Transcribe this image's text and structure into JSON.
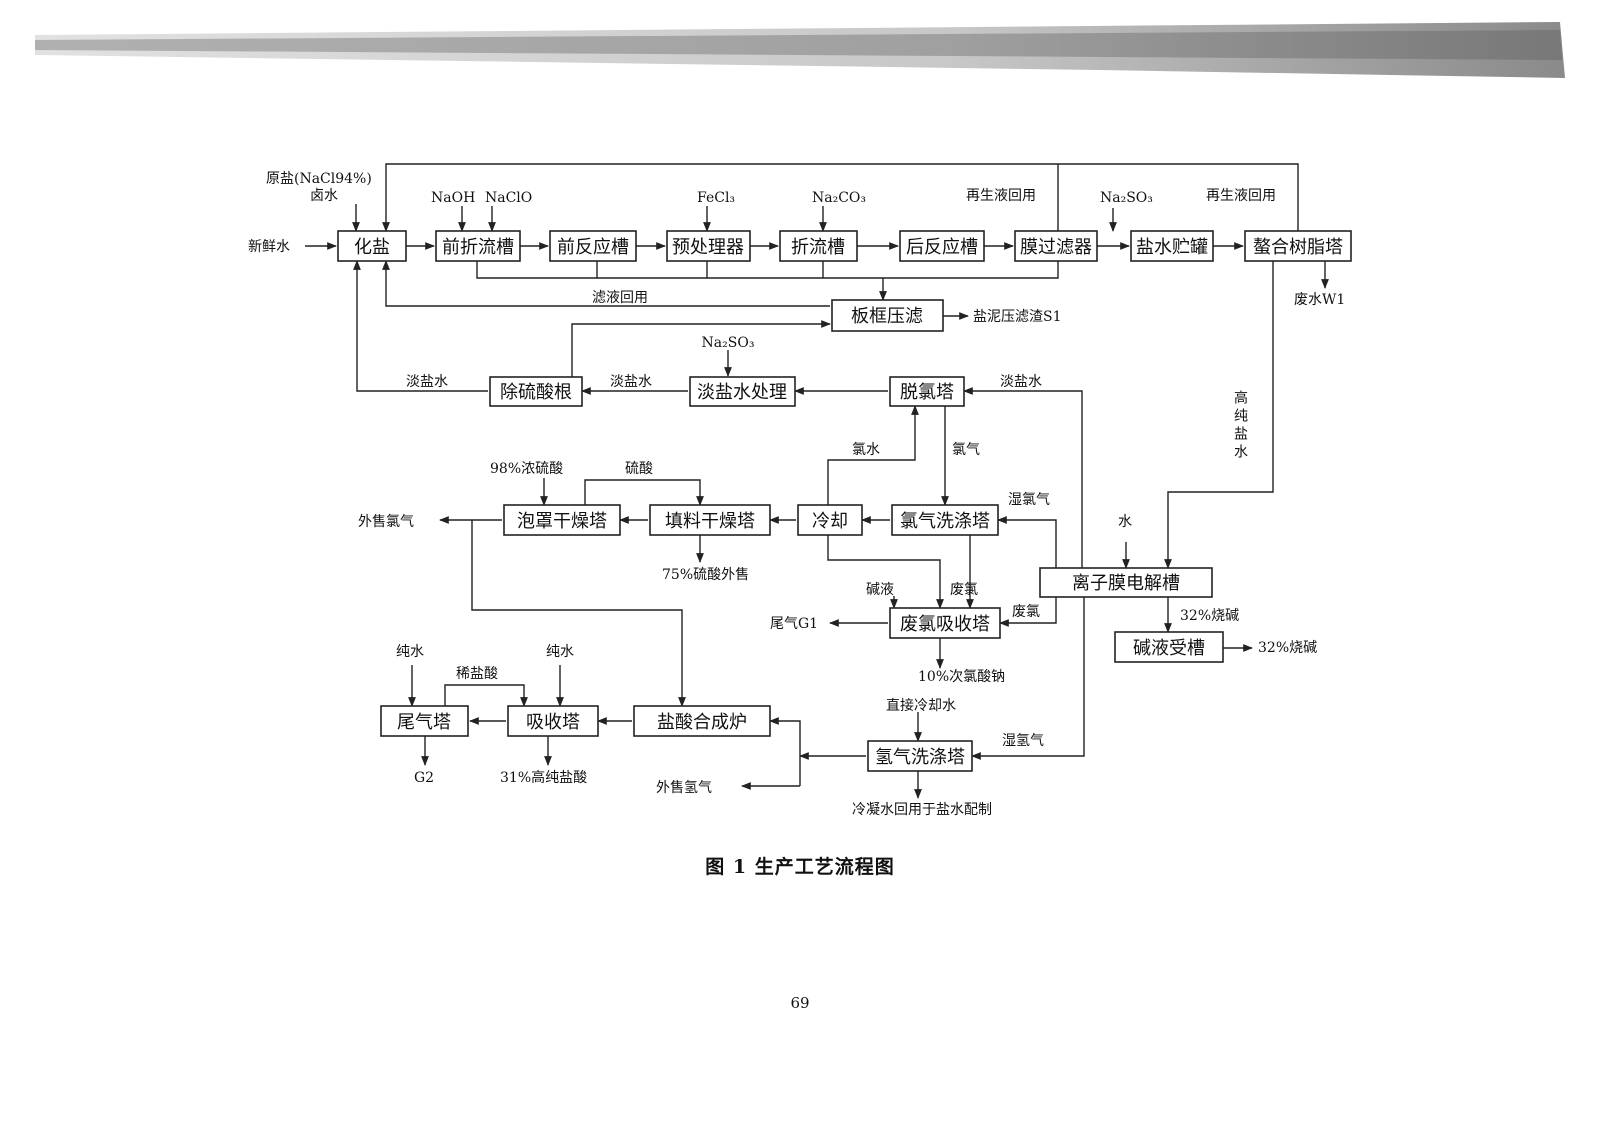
{
  "boxes": {
    "huayan": "化盐",
    "qianzheliu": "前折流槽",
    "qianfanying": "前反应槽",
    "yuchuli": "预处理器",
    "zheliu": "折流槽",
    "houfanying": "后反应槽",
    "moguolv": "膜过滤器",
    "yanshui_zhuguan": "盐水贮罐",
    "aohe": "螯合树脂塔",
    "bankuang": "板框压滤",
    "chuliusuan": "除硫酸根",
    "danyanshui_chuli": "淡盐水处理",
    "tuolv": "脱氯塔",
    "paozhao": "泡罩干燥塔",
    "tianliao": "填料干燥塔",
    "lengque": "冷却",
    "lvqi_xidi": "氯气洗涤塔",
    "lizimo": "离子膜电解槽",
    "feilv_xishou": "废氯吸收塔",
    "jianye_shoucao": "碱液受槽",
    "weiqita": "尾气塔",
    "xishouta": "吸收塔",
    "yansuan_hecheng": "盐酸合成炉",
    "qingqi_xidi": "氢气洗涤塔"
  },
  "labels": {
    "yuanyan": "原盐(NaCl94%)",
    "lushui": "卤水",
    "xinxianshui": "新鲜水",
    "naoh": "NaOH",
    "naclo": "NaClO",
    "fecl3": "FeCl₃",
    "na2co3": "Na₂CO₃",
    "zaisheng1": "再生液回用",
    "na2so3_top": "Na₂SO₃",
    "zaisheng2": "再生液回用",
    "feishui_w1": "废水W1",
    "lvye_huiyong": "滤液回用",
    "yanni": "盐泥压滤渣S1",
    "na2so3_mid": "Na₂SO₃",
    "danyanshui_1": "淡盐水",
    "danyanshui_2": "淡盐水",
    "danyanshui_3": "淡盐水",
    "gaochun_yanshui": "高纯盐水",
    "lvshui": "氯水",
    "lvqi": "氯气",
    "nongliusuan": "98%浓硫酸",
    "liusuan": "硫酸",
    "shiluqi": "湿氯气",
    "waishou_lvqi": "外售氯气",
    "liusuan75": "75%硫酸外售",
    "shui": "水",
    "jianye": "碱液",
    "feilv_1": "废氯",
    "feilv_2": "废氯",
    "shaojian_1": "32%烧碱",
    "shaojian_2": "32%烧碱",
    "weiqi_g1": "尾气G1",
    "cilvsuanna": "10%次氯酸钠",
    "chunshui_1": "纯水",
    "chunshui_2": "纯水",
    "xiyansuan": "稀盐酸",
    "zhijie_lengque": "直接冷却水",
    "shiqingqi": "湿氢气",
    "g2": "G2",
    "yansuan31": "31%高纯盐酸",
    "waishou_qingqi": "外售氢气",
    "lengningshui": "冷凝水回用于盐水配制"
  },
  "caption": "图 1  生产工艺流程图",
  "page_number": "69"
}
